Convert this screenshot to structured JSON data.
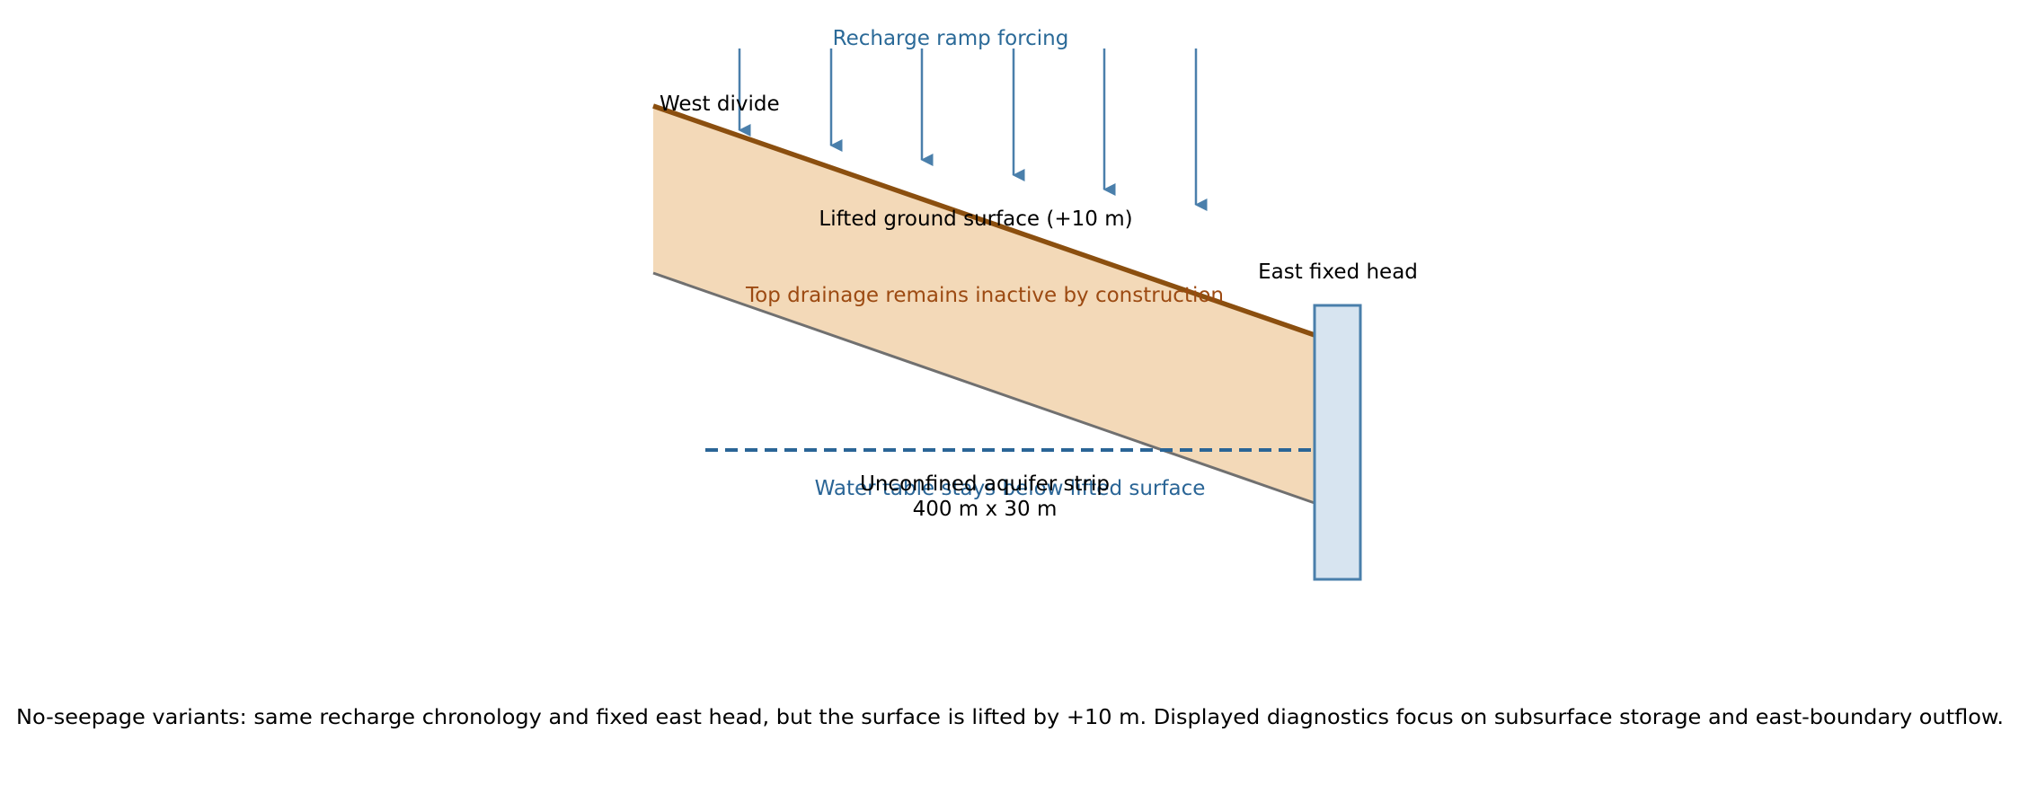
{
  "colors": {
    "recharge": "#4a7fab",
    "recharge_text": "#2b6a98",
    "aquifer_fill": "#f3d9b8",
    "ground_surface": "#8b4f0f",
    "aquifer_base": "#707070",
    "drainage_text": "#9c4a12",
    "water_table": "#2a6596",
    "head_fill": "#d7e4f0",
    "head_stroke": "#4a7fab",
    "text": "#000000"
  },
  "labels": {
    "recharge": "Recharge ramp forcing",
    "west_divide": "West divide",
    "ground_surface": "Lifted ground surface (+10 m)",
    "east_head": "East fixed head",
    "drainage": "Top drainage remains inactive by construction",
    "water_table": "Water table stays below lifted surface",
    "aquifer_line1": "Unconfined aquifer strip",
    "aquifer_line2": "400 m x 30 m",
    "caption": "No-seepage variants: same recharge chronology and fixed east head, but the surface is lifted by +10 m. Displayed diagnostics focus on subsurface storage and east-boundary outflow."
  },
  "icons": {
    "recharge_arrow": "arrow-down-icon"
  }
}
